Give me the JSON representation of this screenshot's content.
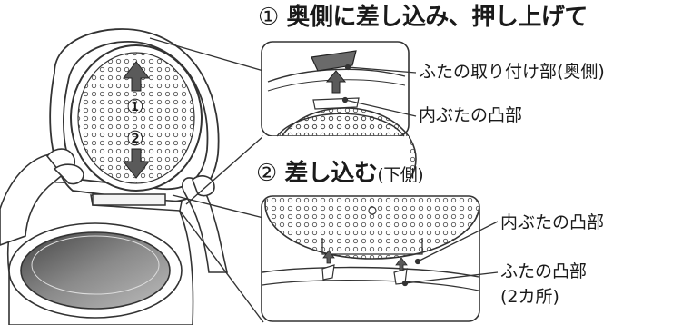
{
  "step1": {
    "num": "①",
    "title": "奥側に差し込み、押し上げて"
  },
  "step2": {
    "num": "②",
    "title": "差し込む",
    "sub": "(下側)"
  },
  "labels": {
    "lid_mount": "ふたの取り付け部(奥側)",
    "inner_lid_tab_top": "内ぶたの凸部",
    "inner_lid_tab_bottom": "内ぶたの凸部",
    "lid_tab": "ふたの凸部",
    "lid_tab_count": "(2カ所)"
  },
  "lid_markers": {
    "m1": "①",
    "m2": "②"
  }
}
